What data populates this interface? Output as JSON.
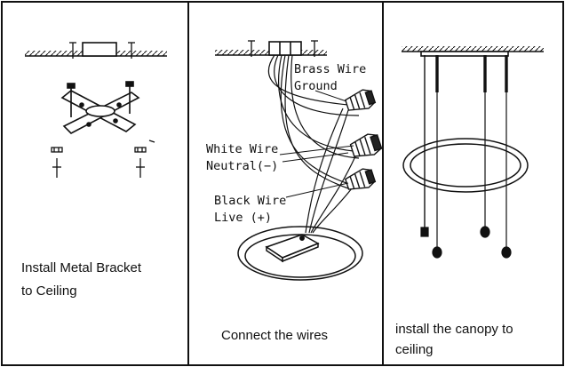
{
  "panels": [
    {
      "caption_lines": [
        "Install Metal Bracket",
        "to Ceiling"
      ]
    },
    {
      "caption_lines": [
        "Connect the wires"
      ],
      "labels": {
        "brass": [
          "Brass Wire",
          "Ground"
        ],
        "white": [
          "White Wire",
          "Neutral(−)"
        ],
        "black": [
          "Black Wire",
          "Live (+)"
        ]
      }
    },
    {
      "caption_lines": [
        "install the canopy to",
        "ceiling"
      ]
    }
  ]
}
